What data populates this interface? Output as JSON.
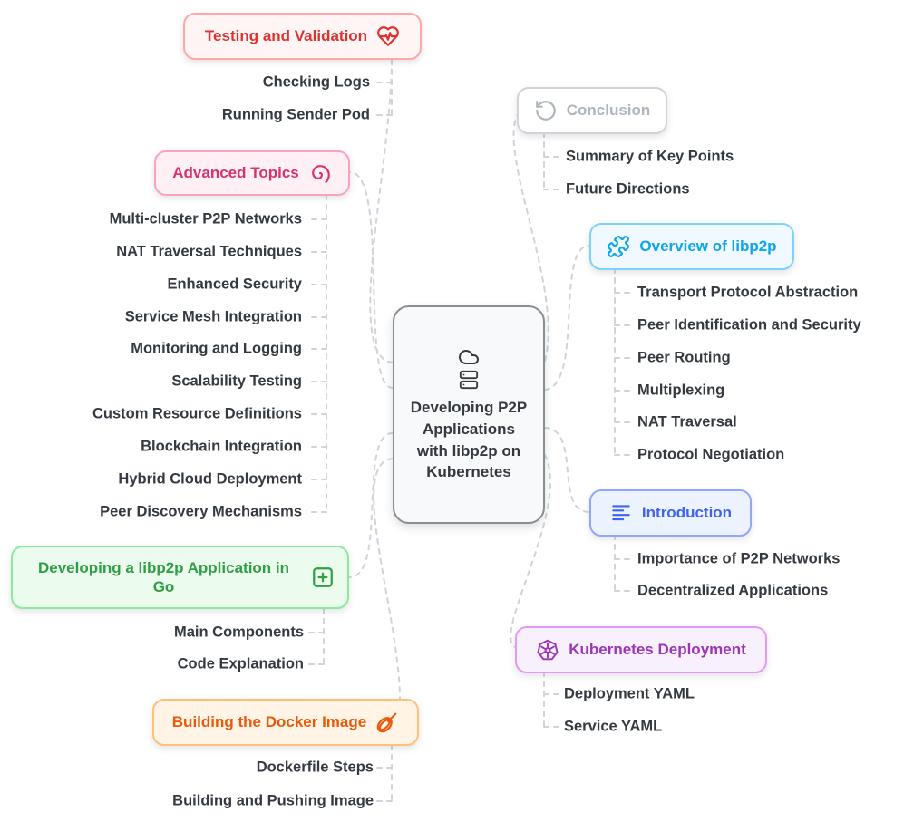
{
  "center": {
    "label": "Developing P2P Applications with libp2p on Kubernetes",
    "icons": [
      "cloud-icon",
      "server-icon"
    ],
    "text_color": "#343a40",
    "border_color": "#868e96",
    "background": "#f8f9fa"
  },
  "palette": {
    "connector": "#ced4da",
    "child_text": "#343a40"
  },
  "branches": [
    {
      "id": "testing-and-validation",
      "label": "Testing and Validation",
      "icon": "heart-pulse-icon",
      "color": "#e03131",
      "border": "#ffa8a8",
      "background": "#fff5f5",
      "children": [
        "Checking Logs",
        "Running Sender Pod"
      ]
    },
    {
      "id": "advanced-topics",
      "label": "Advanced Topics",
      "icon": "spiral-icon",
      "color": "#d6336c",
      "border": "#faa2c1",
      "background": "#fff0f6",
      "children": [
        "Multi-cluster P2P Networks",
        "NAT Traversal Techniques",
        "Enhanced Security",
        "Service Mesh Integration",
        "Monitoring and Logging",
        "Scalability Testing",
        "Custom Resource Definitions",
        "Blockchain Integration",
        "Hybrid Cloud Deployment",
        "Peer Discovery Mechanisms"
      ]
    },
    {
      "id": "developing-libp2p-application-in-go",
      "label": "Developing a libp2p Application in Go",
      "icon": "square-plus-icon",
      "color": "#2f9e44",
      "border": "#8ce99a",
      "background": "#ebfbee",
      "children": [
        "Main Components",
        "Code Explanation"
      ]
    },
    {
      "id": "building-the-docker-image",
      "label": "Building the Docker Image",
      "icon": "whisk-icon",
      "color": "#e8590c",
      "border": "#ffc078",
      "background": "#fff4e6",
      "children": [
        "Dockerfile Steps",
        "Building and Pushing Image"
      ]
    },
    {
      "id": "conclusion",
      "label": "Conclusion",
      "icon": "rotate-arrow-icon",
      "color": "#adb5bd",
      "border": "#ced4da",
      "background": "#ffffff",
      "children": [
        "Summary of Key Points",
        "Future Directions"
      ]
    },
    {
      "id": "overview-of-libp2p",
      "label": "Overview of libp2p",
      "icon": "puzzle-icon",
      "color": "#0ea5e9",
      "border": "#7dd3fc",
      "background": "#f0f9ff",
      "children": [
        "Transport Protocol Abstraction",
        "Peer Identification and Security",
        "Peer Routing",
        "Multiplexing",
        "NAT Traversal",
        "Protocol Negotiation"
      ]
    },
    {
      "id": "introduction",
      "label": "Introduction",
      "icon": "list-lines-icon",
      "color": "#4263eb",
      "border": "#91a7ff",
      "background": "#edf2ff",
      "children": [
        "Importance of P2P Networks",
        "Decentralized Applications"
      ]
    },
    {
      "id": "kubernetes-deployment",
      "label": "Kubernetes Deployment",
      "icon": "kubernetes-wheel-icon",
      "color": "#9c36b5",
      "border": "#e599f7",
      "background": "#f8f0fc",
      "children": [
        "Deployment YAML",
        "Service YAML"
      ]
    }
  ]
}
